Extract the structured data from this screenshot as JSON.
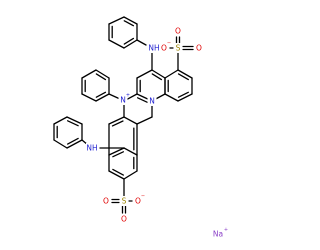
{
  "molecule": {
    "atoms": {
      "nh_top": {
        "text": "NH",
        "color": "#1f1fd0"
      },
      "nh_left": {
        "text": "NH",
        "color": "#1f1fd0"
      },
      "n_plus": {
        "text": "N",
        "charge": "+",
        "color": "#1f1fd0"
      },
      "n_ring": {
        "text": "N",
        "color": "#1f1fd0"
      },
      "s_top": {
        "text": "S",
        "color": "#9a8400"
      },
      "s_bottom": {
        "text": "S",
        "color": "#9a8400"
      },
      "o_top_1": {
        "text": "O",
        "color": "#e00000"
      },
      "o_top_2": {
        "text": "O",
        "color": "#e00000"
      },
      "o_top_minus": {
        "text": "O",
        "charge": "−",
        "color": "#e00000"
      },
      "o_bot_1": {
        "text": "O",
        "color": "#e00000"
      },
      "o_bot_2": {
        "text": "O",
        "color": "#e00000"
      },
      "o_bot_minus": {
        "text": "O",
        "charge": "−",
        "color": "#e00000"
      }
    },
    "counterion": {
      "text": "Na",
      "charge": "+",
      "color": "#8a40c8"
    }
  }
}
